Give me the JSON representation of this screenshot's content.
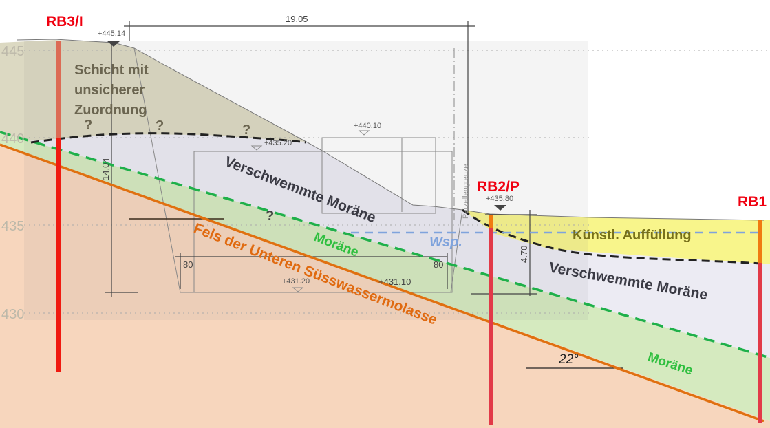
{
  "boreholes": [
    {
      "label": "RB3/I"
    },
    {
      "label": "RB2/P"
    },
    {
      "label": "RB1"
    }
  ],
  "elevation_ticks": [
    "445",
    "440",
    "435",
    "430"
  ],
  "dimensions": {
    "width": "19.05",
    "top_level": "+445.14",
    "height": "14.04",
    "mid_level": "+440.10",
    "hidden_level": "+435.20",
    "rb2_level": "+435.80",
    "rb2_depth": "4.70",
    "bottom_level_1": "+431.20",
    "bottom_level_2": "+431.10",
    "offset_left": "80",
    "offset_right": "80",
    "boundary": "Parzellengrenze",
    "angle": "22°"
  },
  "layers": {
    "uncertain": "Schicht mit\nunsicherer\nZuordnung",
    "uncertain_lines": [
      "Schicht mit",
      "unsicherer",
      "Zuordnung"
    ],
    "alluvial_moraine": "Verschwemmte Moräne",
    "moraine": "Moräne",
    "bedrock": "Fels der Unteren Süsswassermolasse",
    "fill": "Künstl. Auffüllung",
    "water_level": "Wsp.",
    "unknown_mark": "?"
  },
  "colors": {
    "uncertain": "#dcd9c2",
    "alluvial": "#ecebf3",
    "moraine": "#d5eabf",
    "bedrock": "#f7d6bd",
    "fill": "#f7f47e",
    "rock_line": "#e07010",
    "moraine_line": "#1fb04a",
    "water": "#7fa3dc",
    "borehole": "#f01a10"
  }
}
